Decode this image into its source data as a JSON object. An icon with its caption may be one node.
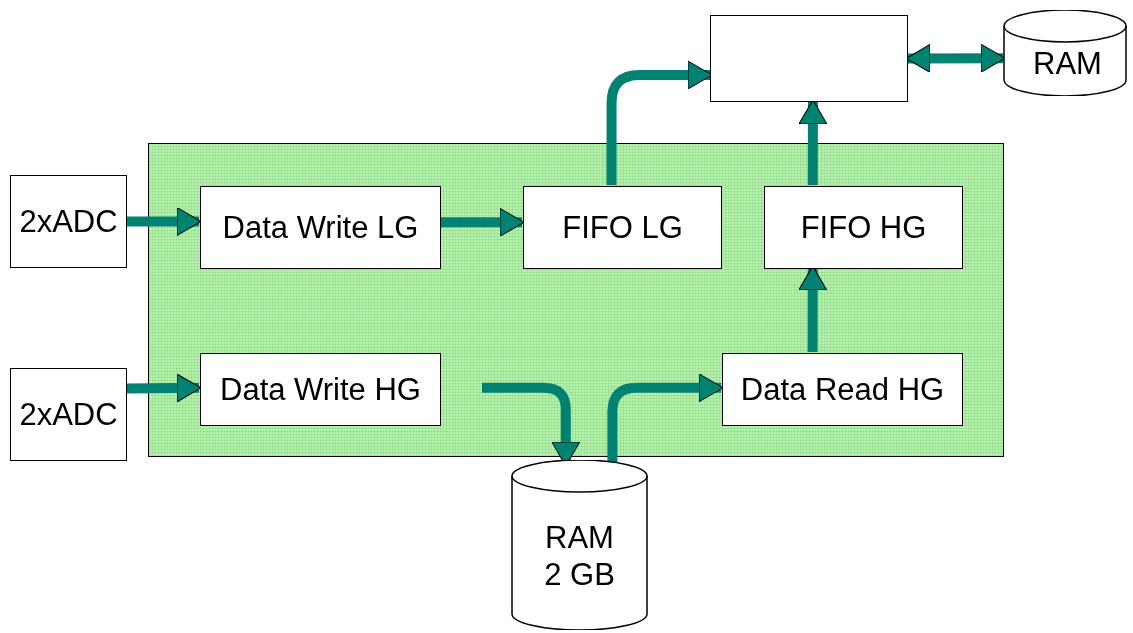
{
  "diagram": {
    "nodes": [
      {
        "text": [],
        "shape": "box"
      },
      {
        "text": [
          "RAM"
        ]
      },
      {
        "text": [],
        "shape": "box"
      },
      {
        "text": [
          "2xADC"
        ]
      },
      {
        "text": [
          "Data Write LG"
        ],
        "in": 2
      },
      {
        "text": [
          "FIFO LG"
        ],
        "in": 2
      },
      {
        "text": [
          "FIFO HG"
        ],
        "in": 2
      },
      {
        "text": [
          "2xADC"
        ]
      },
      {
        "text": [
          "Data Write HG"
        ],
        "in": 2
      },
      {
        "text": [
          "Data Read HG"
        ],
        "in": 2
      },
      {
        "text": [
          "RAM 2 GB"
        ]
      }
    ],
    "edges": [
      {
        "from": 3,
        "to": 4,
        "arrow": "to"
      },
      {
        "from": 4,
        "to": 5,
        "arrow": "to"
      },
      {
        "from": 5,
        "to": 0,
        "arrow": "to"
      },
      {
        "from": 6,
        "to": 0,
        "arrow": "to"
      },
      {
        "from": 0,
        "to": 1,
        "arrow": "both"
      },
      {
        "from": 7,
        "to": 8,
        "arrow": "to"
      },
      {
        "from": 8,
        "to": 10,
        "arrow": "to"
      },
      {
        "from": 10,
        "to": 9,
        "arrow": "to"
      },
      {
        "from": 9,
        "to": 6,
        "arrow": "to"
      }
    ]
  }
}
